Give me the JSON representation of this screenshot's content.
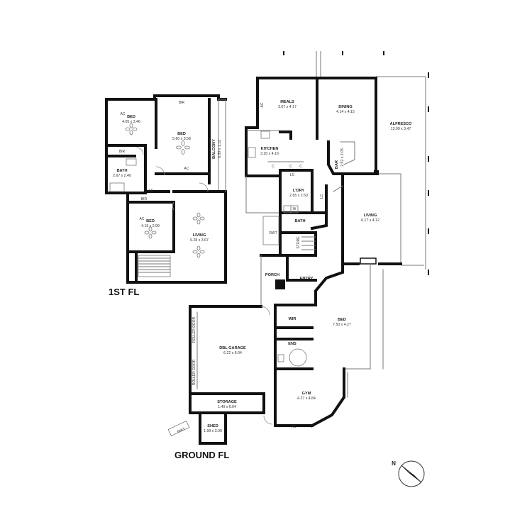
{
  "floors": [
    {
      "label": "1ST FL",
      "rooms": [
        {
          "id": "bed1",
          "name": "BED",
          "dims": "4.05 x 3.46"
        },
        {
          "id": "bed2",
          "name": "BED",
          "dims": "5.60 x 3.58"
        },
        {
          "id": "balcony",
          "name": "BALCONY",
          "dims": "6.59 x 1.12"
        },
        {
          "id": "bath1",
          "name": "BATH",
          "dims": "2.67 x 2.40"
        },
        {
          "id": "bed3",
          "name": "BED",
          "dims": "4.19 x 2.99"
        },
        {
          "id": "living1",
          "name": "LIVING",
          "dims": "6.28 x 3.67"
        }
      ],
      "labels": {
        "bir_top": "BIR",
        "bir_mid": "BIR",
        "bir_low": "BIR",
        "ac1": "AC",
        "ac2": "AC",
        "ac3": "AC",
        "lc": "LC"
      }
    },
    {
      "label": "GROUND FL",
      "rooms": [
        {
          "id": "meals",
          "name": "MEALS",
          "dims": "3.67 x 4.17"
        },
        {
          "id": "dining",
          "name": "DINING",
          "dims": "4.14 x 4.15"
        },
        {
          "id": "alfresco",
          "name": "ALFRESCO",
          "dims": "13.00 x 3.47"
        },
        {
          "id": "kitchen",
          "name": "KITCHEN",
          "dims": "3.20 x 4.16"
        },
        {
          "id": "bar",
          "name": "BAR",
          "dims": "2.52 x 2.05"
        },
        {
          "id": "ldry",
          "name": "L'DRY",
          "dims": "2.65 x 2.50"
        },
        {
          "id": "living2",
          "name": "LIVING",
          "dims": "6.17 x 4.12"
        },
        {
          "id": "bed4",
          "name": "BED",
          "dims": "7.50 x 4.27"
        },
        {
          "id": "garage",
          "name": "DBL GARAGE",
          "dims": "6.22 x 6.04"
        },
        {
          "id": "gym",
          "name": "GYM",
          "dims": "4.27 x 4.84"
        },
        {
          "id": "storage",
          "name": "STORAGE",
          "dims": "1.40 x 6.04"
        },
        {
          "id": "shed",
          "name": "SHED",
          "dims": "1.99 x 3.00"
        }
      ],
      "labels": {
        "bath": "BATH",
        "store": "STORE",
        "rwt1": "RWT",
        "rwt2": "RWT",
        "porch": "PORCH",
        "entry": "ENTRY",
        "wir": "WIR",
        "ens": "ENS",
        "roller1": "ROLLER DOOR",
        "roller2": "ROLLER DOOR",
        "ac_meals": "AC",
        "ac_gym": "AC",
        "lc1": "LC",
        "lc2": "LC",
        "c1": "C",
        "c2": "C",
        "c3": "C",
        "w": "W"
      }
    }
  ],
  "compass": {
    "label": "N"
  },
  "colors": {
    "wall": "#111111",
    "fixture": "#777777",
    "background": "#ffffff"
  }
}
